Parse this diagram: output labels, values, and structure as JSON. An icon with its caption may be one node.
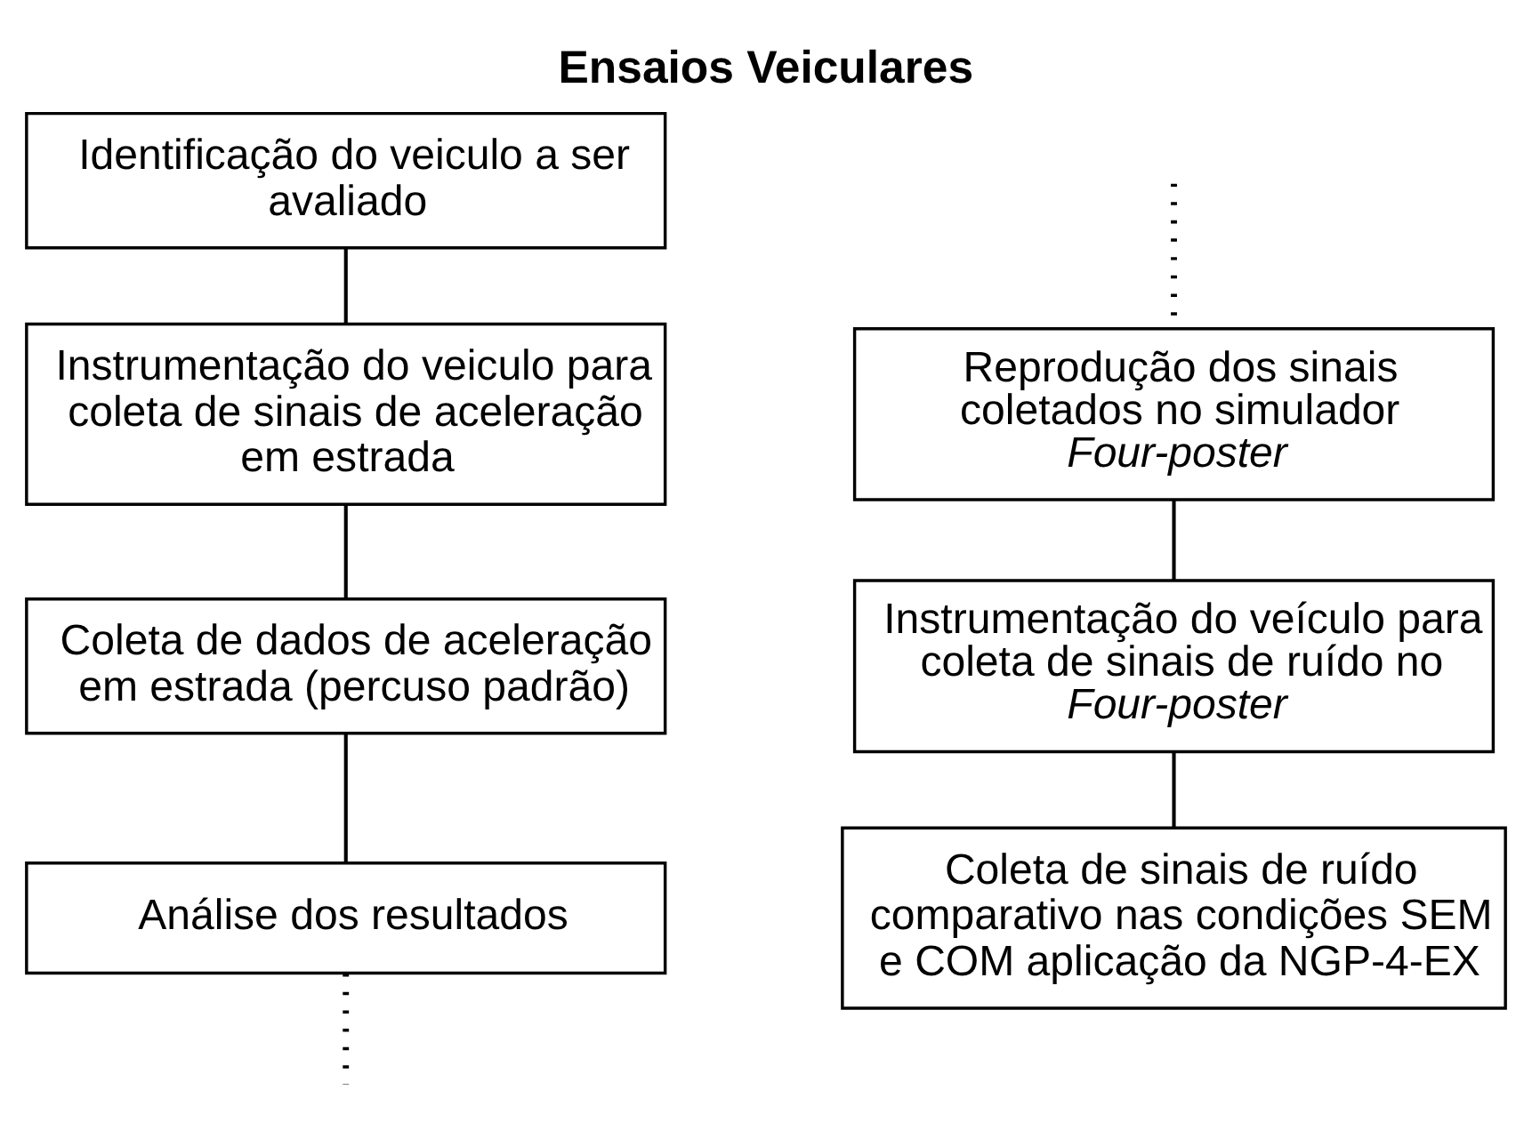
{
  "diagram": {
    "title": "Ensaios Veiculares",
    "nodes": [
      {
        "text": [
          "Identificação do veiculo a ser avaliado"
        ]
      },
      {
        "text": [
          "Instrumentação do veiculo para coleta de sinais de aceleração em estrada"
        ]
      },
      {
        "text": [
          "Coleta de dados de aceleração em estrada (percuso padrão)"
        ]
      },
      {
        "text": [
          "Análise dos resultados"
        ]
      },
      {
        "text": [
          "Reprodução dos sinais coletados no simulador *Four-poster*"
        ]
      },
      {
        "text": [
          "Instrumentação do veículo para coleta de sinais de ruído no *Four-poster*"
        ]
      },
      {
        "text": [
          "Coleta de sinais de ruído comparativo nas condições SEM e COM aplicação da NGP-4-EX"
        ]
      }
    ],
    "edges": [
      {
        "from": 0,
        "to": 1,
        "arrow": "none"
      },
      {
        "from": 1,
        "to": 2,
        "arrow": "none"
      },
      {
        "from": 2,
        "to": 3,
        "arrow": "none"
      },
      {
        "from": 3,
        "to": null,
        "arrow": "none",
        "style": "dashed"
      },
      {
        "from": null,
        "to": 4,
        "arrow": "none",
        "style": "dashed"
      },
      {
        "from": 4,
        "to": 5,
        "arrow": "none"
      },
      {
        "from": 5,
        "to": 6,
        "arrow": "none"
      }
    ]
  }
}
